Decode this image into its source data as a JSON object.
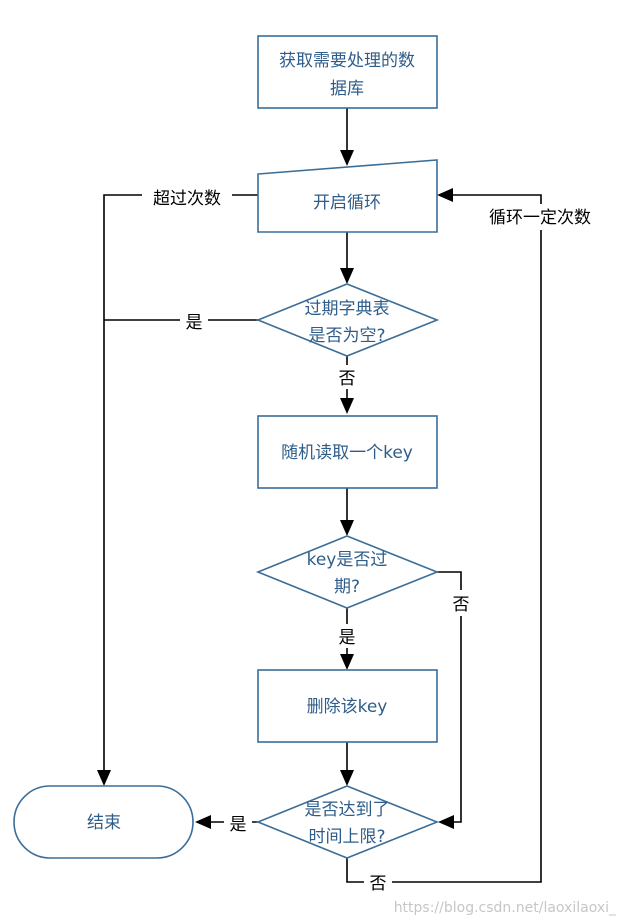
{
  "nodes": {
    "fetch_db": {
      "line1": "获取需要处理的数",
      "line2": "据库"
    },
    "start_loop": {
      "text": "开启循环"
    },
    "dict_empty": {
      "line1": "过期字典表",
      "line2": "是否为空?"
    },
    "read_key": {
      "text": "随机读取一个key"
    },
    "key_expired": {
      "line1": "key是否过",
      "line2": "期?"
    },
    "delete_key": {
      "text": "删除该key"
    },
    "time_limit": {
      "line1": "是否达到了",
      "line2": "时间上限?"
    },
    "end": {
      "text": "结束"
    }
  },
  "edges": {
    "exceed_count": "超过次数",
    "loop_count": "循环一定次数",
    "empty_yes": "是",
    "empty_no": "否",
    "expired_yes": "是",
    "expired_no": "否",
    "limit_yes": "是",
    "limit_no": "否"
  },
  "watermark": "https://blog.csdn.net/laoxilaoxi_"
}
